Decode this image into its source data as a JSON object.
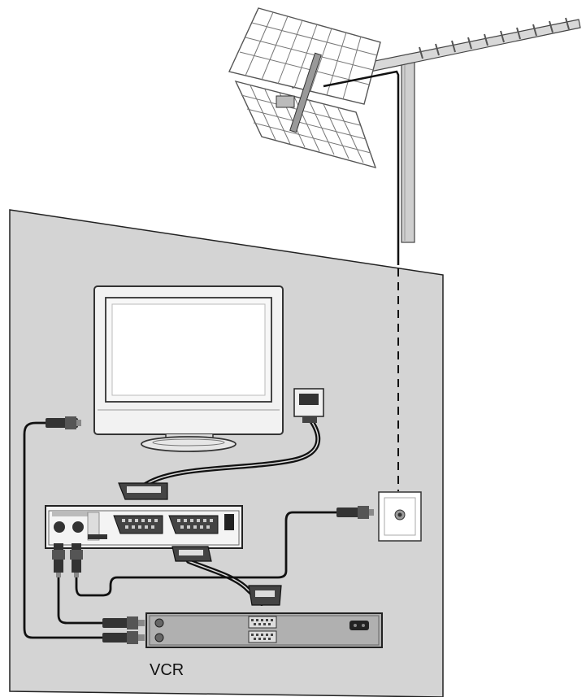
{
  "diagram": {
    "labels": {
      "vcr": "VCR"
    },
    "components": [
      {
        "name": "antenna",
        "icon": "yagi-antenna-icon"
      },
      {
        "name": "television",
        "icon": "tv-icon"
      },
      {
        "name": "receiver",
        "icon": "set-top-box-icon"
      },
      {
        "name": "vcr",
        "icon": "vcr-icon"
      },
      {
        "name": "wall-socket",
        "icon": "antenna-wall-socket-icon"
      }
    ],
    "connections": [
      {
        "from": "receiver",
        "to": "television",
        "type": "scart-cable"
      },
      {
        "from": "receiver",
        "to": "vcr",
        "type": "scart-cable"
      },
      {
        "from": "wall-socket",
        "to": "receiver",
        "type": "rf-cable"
      },
      {
        "from": "receiver",
        "to": "vcr",
        "type": "rf-cable"
      },
      {
        "from": "antenna",
        "to": "wall-socket",
        "type": "antenna-cable"
      }
    ],
    "colors": {
      "wall": "#d4d4d4",
      "outline": "#222222",
      "cable": "#111111",
      "screen": "#f7f7f7"
    }
  }
}
